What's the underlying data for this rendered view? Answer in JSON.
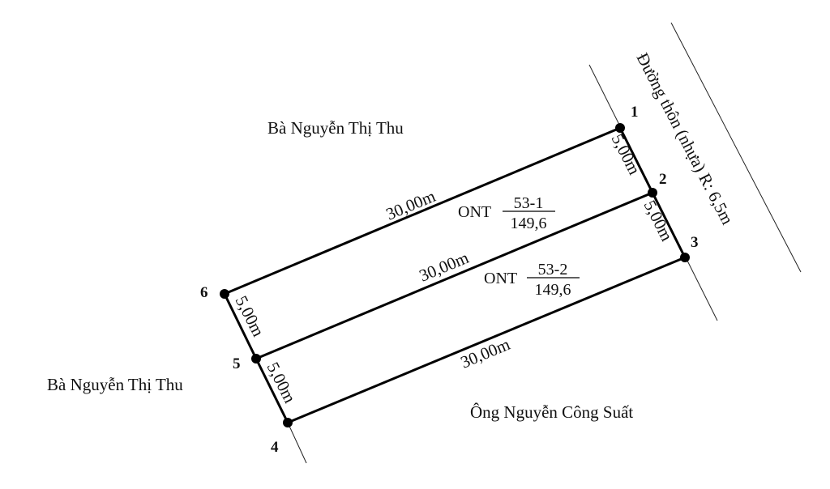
{
  "owners": {
    "north": "Bà Nguyễn Thị Thu",
    "west": "Bà Nguyễn Thị Thu",
    "south": "Ông Nguyễn Công Suất"
  },
  "road": {
    "label": "Đường thôn (nhựa) R: 6,5m"
  },
  "points": [
    "1",
    "2",
    "3",
    "4",
    "5",
    "6"
  ],
  "edges": {
    "e12": "5,00m",
    "e23": "5,00m",
    "e56": "5,00m",
    "e45": "5,00m",
    "top": "30,00m",
    "middle": "30,00m",
    "bottom": "30,00m"
  },
  "parcels": [
    {
      "type": "ONT",
      "number": "53-1",
      "area": "149,6"
    },
    {
      "type": "ONT",
      "number": "53-2",
      "area": "149,6"
    }
  ]
}
